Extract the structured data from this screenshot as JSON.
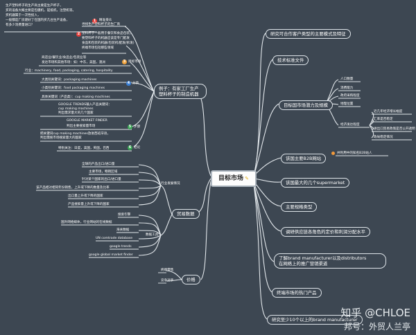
{
  "center": {
    "label": "目标市场"
  },
  "notes": {
    "top_left_1": "生产塑料杯子的生产商主要是生产杯子，",
    "top_left_2": "买的设备大概主要是包膜机，搓纸机，注塑机等。",
    "top_left_3": "买机器属于一次性投入，",
    "top_left_4": "一般都是厂房建好了在国内买几台生产设备，",
    "top_left_5": "有多少消费量进口？"
  },
  "left": {
    "example_node": "例子：有家工厂生产塑料杯子的制造机器",
    "q1": "精准受众",
    "q1_sub": "寻找生产塑料杯子的生厂商",
    "q2_1": "塑料杯子一般用于餐饮和食品包装，",
    "q2_2": "要塑料杯子的机器应该是专门配发",
    "q2_3": "食品和包装的机器(包装机/配发/拆发)",
    "q2_4": "终端市场包括那些领域",
    "q3_1": "商店业/餐饮业/食品业/包装业等",
    "q3_2": "发达市场和其他市场：如：中东，美国，澳洲",
    "q3_label": "目标市场",
    "q4_industry": "行业：machinery, food, packaging, catering, hospitality",
    "q4_label": "分类",
    "kw1": "大类别关键词：packaging machines",
    "kw2": "小类别关键词：food packaging machines",
    "kw3": "具体关键词（产品类）：cup making machines",
    "q5_1": "GOOGLE TRENDS输入产品关键词：",
    "q5_2": "cup making machines",
    "q5_3": "判出需求量大的几个国家",
    "q5_4": "GOOGLE MARKET FINDER",
    "q5_5": "判出主要搜索量市场",
    "q5_6": "把关键词cup making machines放进西班牙语，",
    "q5_7": "判出需搜市场搜索量大的国家",
    "q5_label": "步骤",
    "q6_1": "特别关注：日度，美国，英国，巴西",
    "q6_label": "结论",
    "trade_node": "贸易数据",
    "trade_group": "行业发展情况",
    "trade_items": [
      "全球的产品出口/进口量",
      "主要市场，畅销区域",
      "针对某个国家的出口/进口量",
      "该产品相对相同年份销售，上升或下降的数量及比率",
      "出口量上升或下降的国家",
      "产品搜索量上升或下降的国家"
    ],
    "tools_group": "数据工具",
    "tools_items": [
      "搜索引擎",
      "国外网络媒体，行业网站的在线数据",
      "海关数据",
      "UN comtrade database",
      "google trends",
      "google global market finder"
    ],
    "price_node": "价格",
    "price_items": [
      "终端零售",
      "竞争对手"
    ]
  },
  "right": {
    "r1": "研究可合作客户类型的主要模式及特征",
    "r2": "技术标准文件",
    "r3": "目标国市场潜力及规模",
    "r3_items": [
      "人口数量",
      "消费能力",
      "政府采购程度",
      "地理位置",
      "经济发达程度"
    ],
    "r3_sub": [
      "近几年经济增长幅度",
      "汇率是否稳定",
      "进出口贸易政策是否公开透明",
      "政局稳定情况"
    ],
    "r4": "该国主要B2B网站",
    "r4_sub": "并利用中的知名B2B站人",
    "r5": "该国最大的几个supermarket",
    "r6": "主要规格类型",
    "r7": "调研供应链各角色的定价和利润分配水平",
    "r8_1": "了解brand manufacturer以及distributors",
    "r8_2": "在网络上的推广营销渠道",
    "r9": "终端市场的热门产品",
    "r10": "研究至少10个以上的brand manufacturer"
  },
  "watermark": {
    "line1": "知乎 @CHLOE",
    "line2": "邦号：外贸人兰亭"
  }
}
